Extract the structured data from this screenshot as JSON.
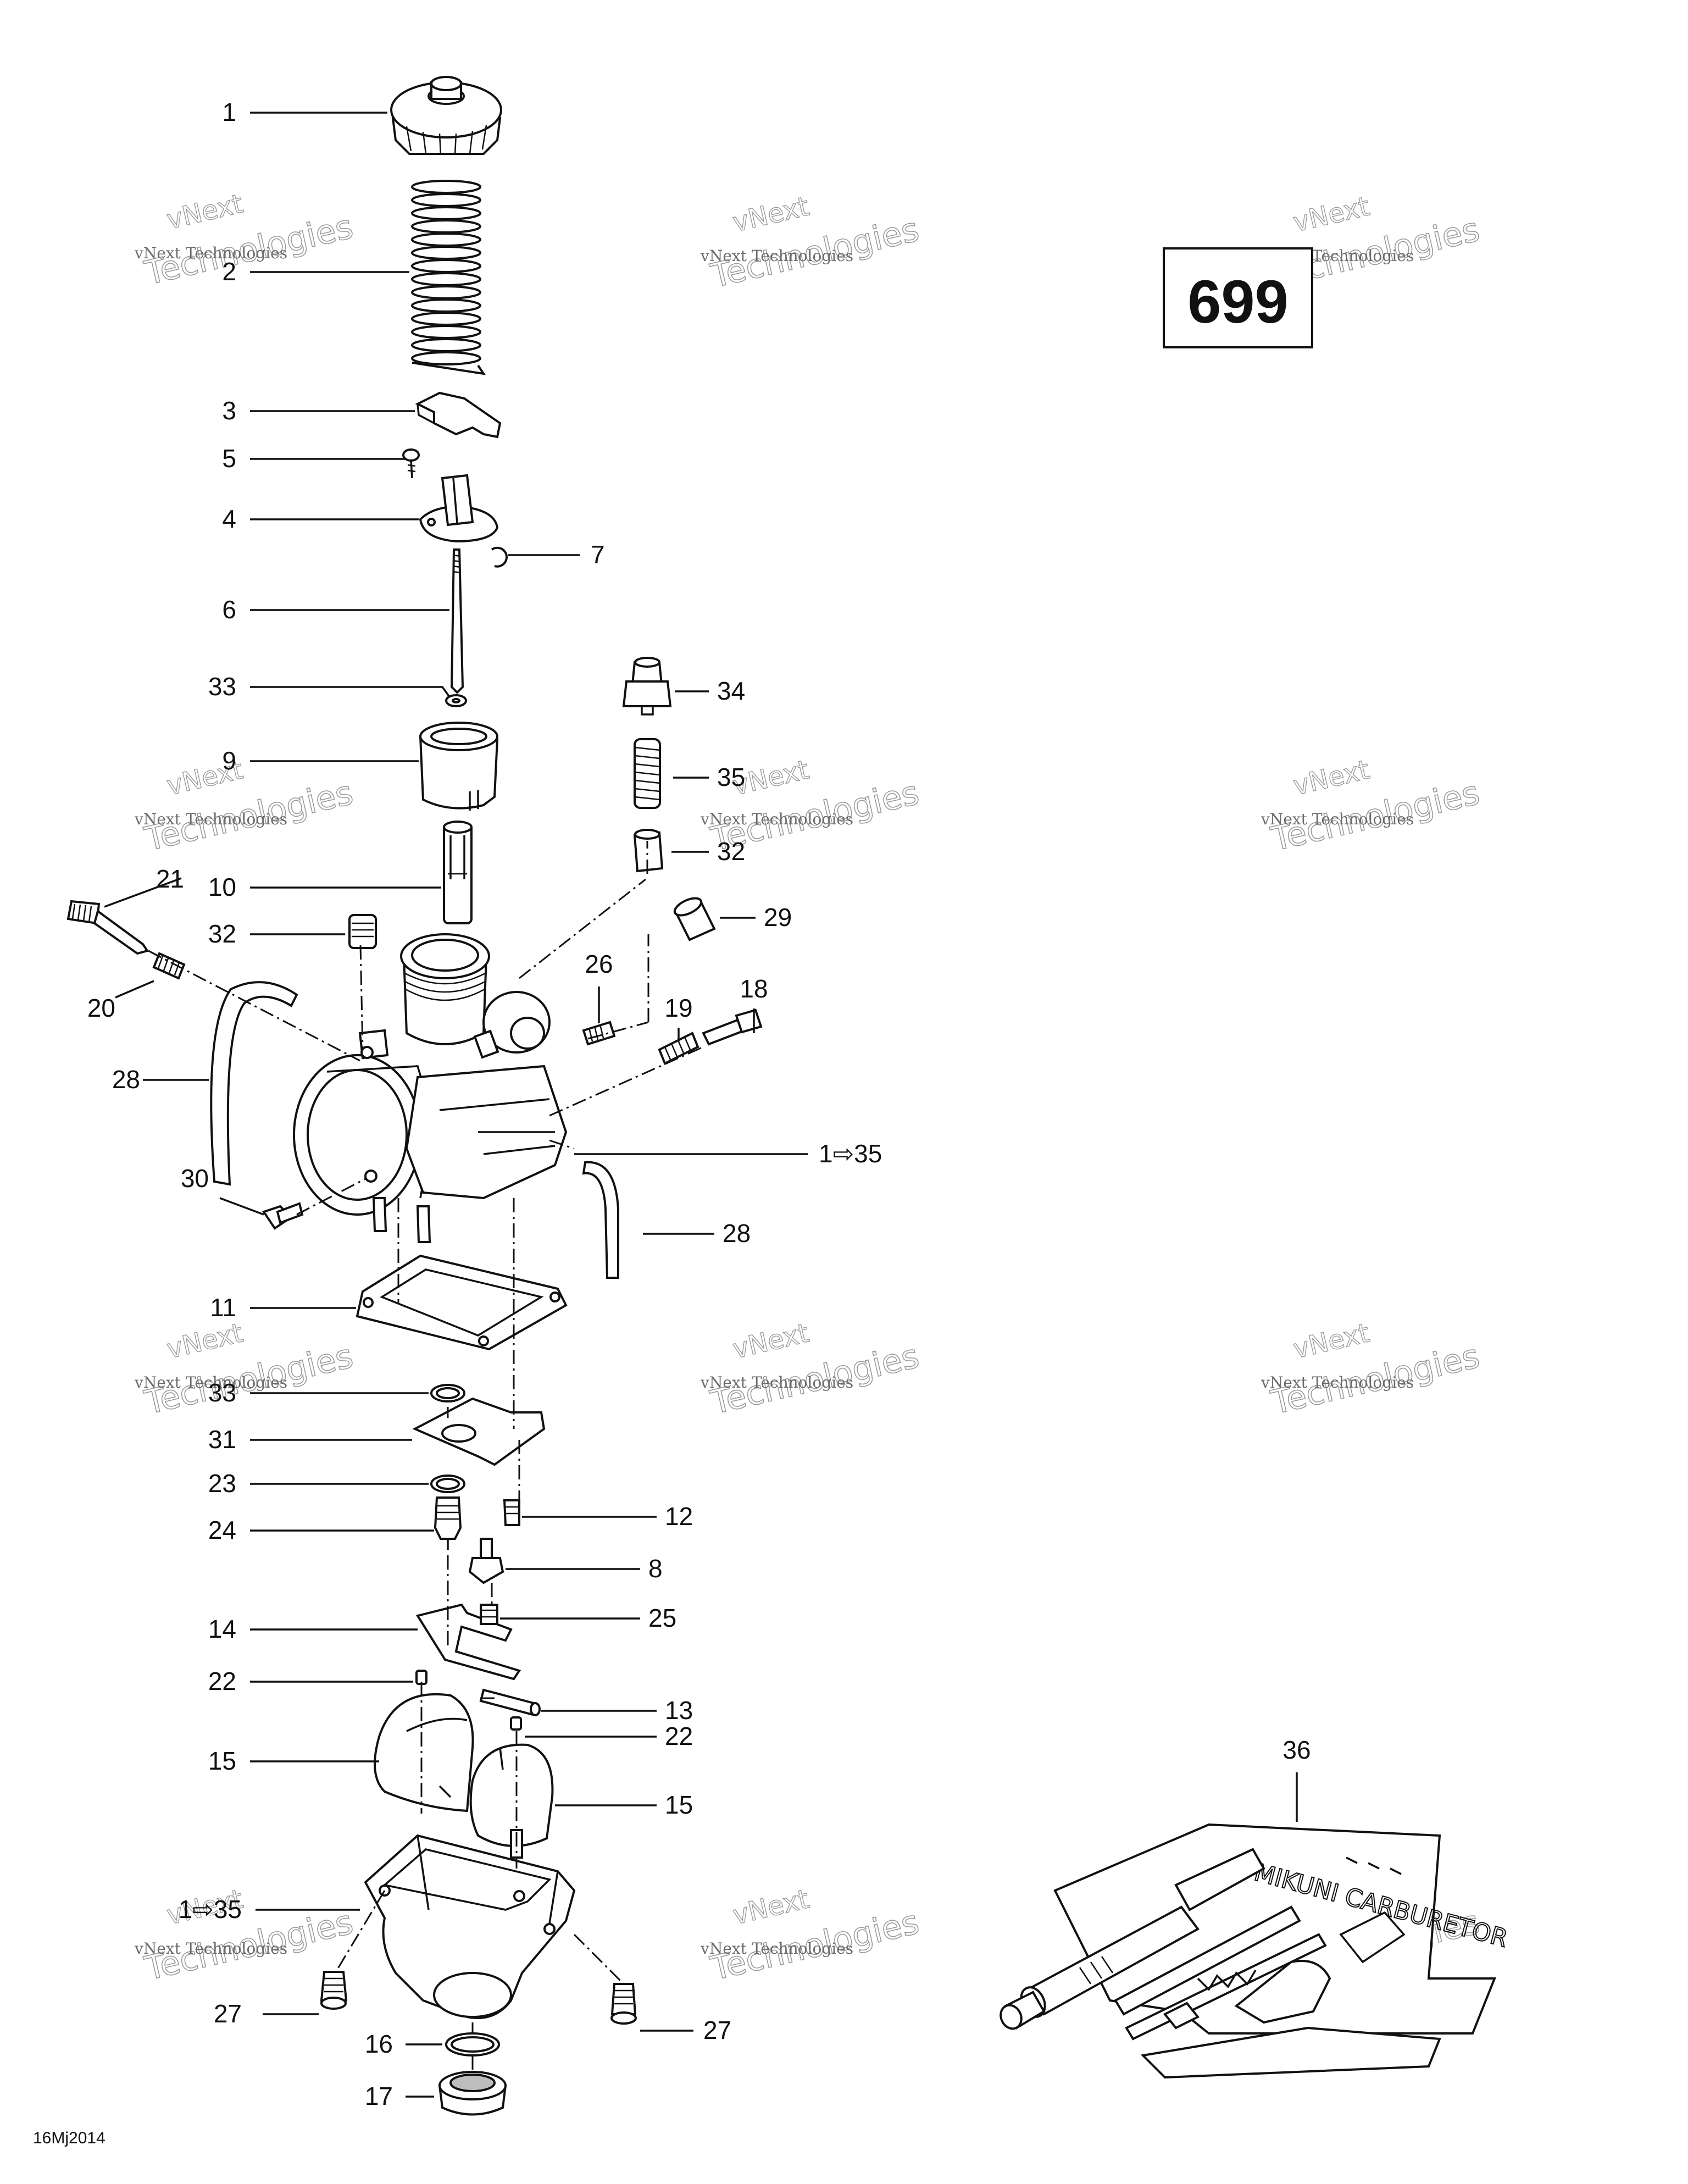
{
  "reference_number": "699",
  "footer_code": "16Mj2014",
  "watermark": {
    "line1": "vNext Technologies",
    "line2": "Technologies",
    "line3": "vNext"
  },
  "callouts": [
    {
      "text": "1"
    },
    {
      "text": "2"
    },
    {
      "text": "3"
    },
    {
      "text": "5"
    },
    {
      "text": "4"
    },
    {
      "text": "7"
    },
    {
      "text": "6"
    },
    {
      "text": "33"
    },
    {
      "text": "34"
    },
    {
      "text": "9"
    },
    {
      "text": "35"
    },
    {
      "text": "32"
    },
    {
      "text": "10"
    },
    {
      "text": "21"
    },
    {
      "text": "29"
    },
    {
      "text": "32"
    },
    {
      "text": "26"
    },
    {
      "text": "20"
    },
    {
      "text": "19"
    },
    {
      "text": "18"
    },
    {
      "text": "28"
    },
    {
      "text": "1⇨35"
    },
    {
      "text": "30"
    },
    {
      "text": "28"
    },
    {
      "text": "11"
    },
    {
      "text": "33"
    },
    {
      "text": "31"
    },
    {
      "text": "23"
    },
    {
      "text": "24"
    },
    {
      "text": "12"
    },
    {
      "text": "8"
    },
    {
      "text": "14"
    },
    {
      "text": "25"
    },
    {
      "text": "22"
    },
    {
      "text": "13"
    },
    {
      "text": "22"
    },
    {
      "text": "15"
    },
    {
      "text": "15"
    },
    {
      "text": "36"
    },
    {
      "text": "1⇨35"
    },
    {
      "text": "27"
    },
    {
      "text": "27"
    },
    {
      "text": "16"
    },
    {
      "text": "17"
    }
  ],
  "kit_lettering": "MIKUNI CARBURETOR"
}
